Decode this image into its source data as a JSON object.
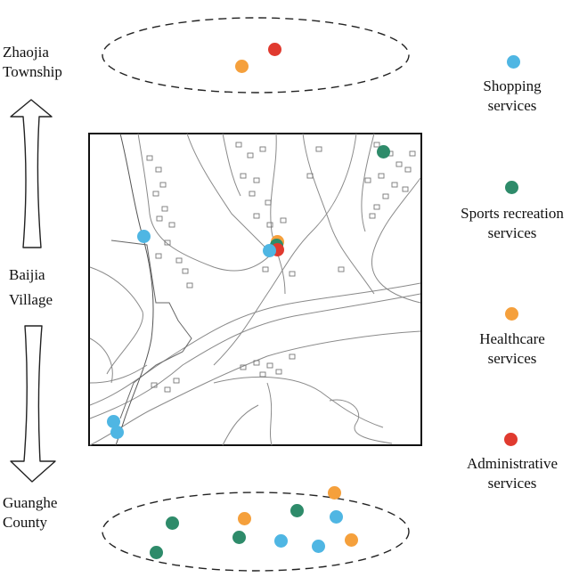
{
  "places": {
    "township": {
      "line1": "Zhaojia",
      "line2": "Township"
    },
    "village": {
      "line1": "Baijia",
      "line2": "Village"
    },
    "county": {
      "line1": "Guanghe",
      "line2": "County"
    }
  },
  "legend": [
    {
      "key": "shopping",
      "line1": "Shopping",
      "line2": "services",
      "color": "#4fb6e3"
    },
    {
      "key": "sports",
      "line1": "Sports recreation",
      "line2": "services",
      "color": "#2e8b6a"
    },
    {
      "key": "healthcare",
      "line1": "Healthcare",
      "line2": "services",
      "color": "#f5a03c"
    },
    {
      "key": "administrative",
      "line1": "Administrative",
      "line2": "services",
      "color": "#e03a2f"
    }
  ]
}
